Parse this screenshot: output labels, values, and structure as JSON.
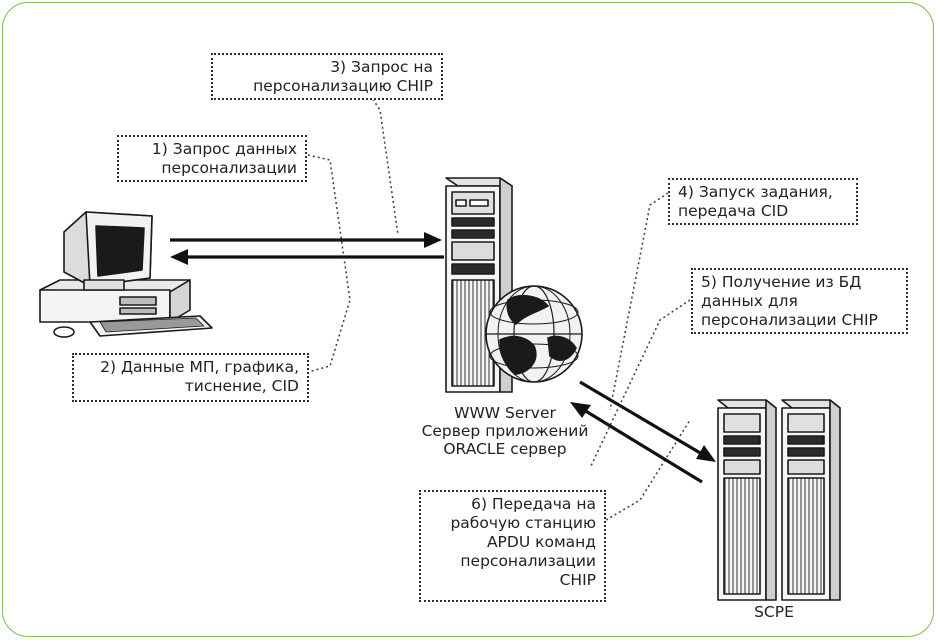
{
  "boxes": {
    "b3": "3) Запрос на\nперсонализацию CHIP",
    "b1": "1) Запрос данных\nперсонализации",
    "b2": "2) Данные МП, графика,\nтиснение, CID",
    "b4": "4) Запуск задания,\nпередача CID",
    "b5": "5) Получение из БД\nданных для\nперсонализации CHIP",
    "b6": "6) Передача на\nрабочую станцию\nAPDU команд\nперсонализации\nCHIP"
  },
  "labels": {
    "server": "WWW Server\nСервер приложений\nORACLE сервер",
    "scpe": "SCPE"
  },
  "colors": {
    "frame": "#7cbf52",
    "ink": "#1a1a1a"
  },
  "icons": [
    "desktop-computer-icon",
    "server-tower-icon",
    "globe-icon",
    "server-tower-icon"
  ]
}
